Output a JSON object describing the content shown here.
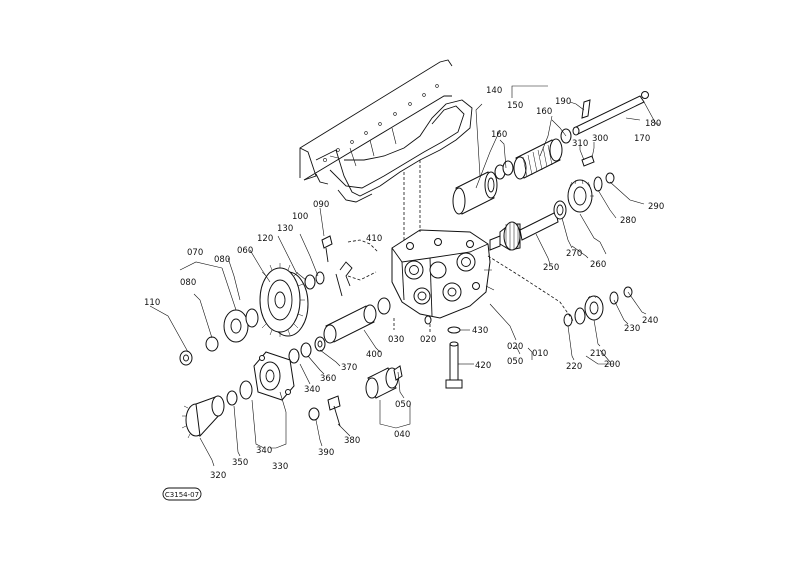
{
  "callouts": [
    {
      "id": "c140",
      "text": "140"
    },
    {
      "id": "c150",
      "text": "150"
    },
    {
      "id": "c160a",
      "text": "160"
    },
    {
      "id": "c160b",
      "text": "160"
    },
    {
      "id": "c190",
      "text": "190"
    },
    {
      "id": "c180",
      "text": "180"
    },
    {
      "id": "c170",
      "text": "170"
    },
    {
      "id": "c300",
      "text": "300"
    },
    {
      "id": "c310",
      "text": "310"
    },
    {
      "id": "c290",
      "text": "290"
    },
    {
      "id": "c280",
      "text": "280"
    },
    {
      "id": "c270",
      "text": "270"
    },
    {
      "id": "c260",
      "text": "260"
    },
    {
      "id": "c250",
      "text": "250"
    },
    {
      "id": "c090",
      "text": "090"
    },
    {
      "id": "c100",
      "text": "100"
    },
    {
      "id": "c130",
      "text": "130"
    },
    {
      "id": "c120",
      "text": "120"
    },
    {
      "id": "c060",
      "text": "060"
    },
    {
      "id": "c070",
      "text": "070"
    },
    {
      "id": "c080a",
      "text": "080"
    },
    {
      "id": "c080b",
      "text": "080"
    },
    {
      "id": "c110",
      "text": "110"
    },
    {
      "id": "c410",
      "text": "410"
    },
    {
      "id": "c030",
      "text": "030"
    },
    {
      "id": "c020a",
      "text": "020"
    },
    {
      "id": "c400",
      "text": "400"
    },
    {
      "id": "c370",
      "text": "370"
    },
    {
      "id": "c360",
      "text": "360"
    },
    {
      "id": "c340a",
      "text": "340"
    },
    {
      "id": "c430",
      "text": "430"
    },
    {
      "id": "c020b",
      "text": "020"
    },
    {
      "id": "c010",
      "text": "010"
    },
    {
      "id": "c050a",
      "text": "050"
    },
    {
      "id": "c420",
      "text": "420"
    },
    {
      "id": "c050b",
      "text": "050"
    },
    {
      "id": "c040",
      "text": "040"
    },
    {
      "id": "c380",
      "text": "380"
    },
    {
      "id": "c390",
      "text": "390"
    },
    {
      "id": "c350",
      "text": "350"
    },
    {
      "id": "c340b",
      "text": "340"
    },
    {
      "id": "c330",
      "text": "330"
    },
    {
      "id": "c320",
      "text": "320"
    },
    {
      "id": "c240",
      "text": "240"
    },
    {
      "id": "c230",
      "text": "230"
    },
    {
      "id": "c210",
      "text": "210"
    },
    {
      "id": "c200",
      "text": "200"
    },
    {
      "id": "c220",
      "text": "220"
    }
  ],
  "figure_code": "C3154-07"
}
